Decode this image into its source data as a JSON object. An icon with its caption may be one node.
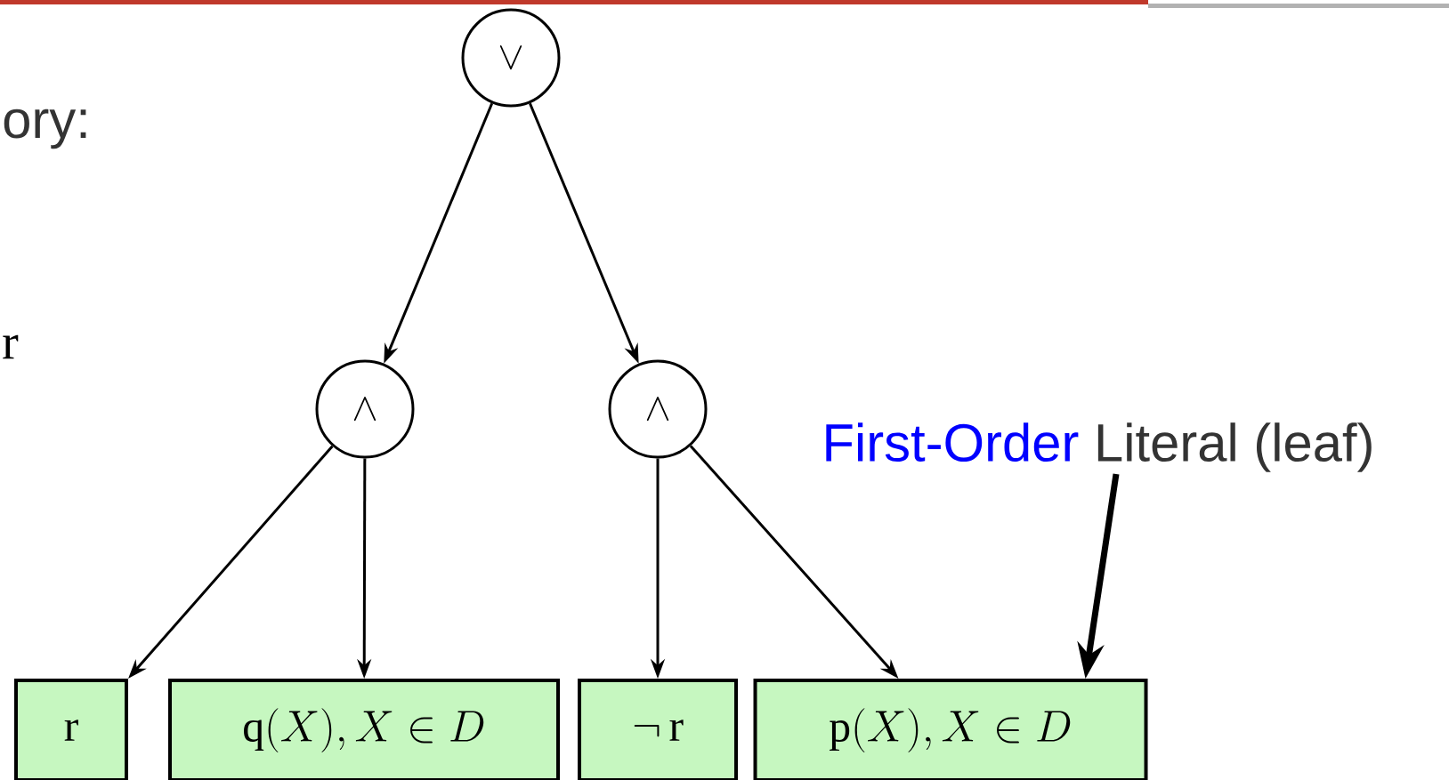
{
  "diagram": {
    "nodes": [
      {
        "text": [
          "\\vee"
        ]
      },
      {
        "text": [
          "\\wedge"
        ]
      },
      {
        "text": [
          "\\wedge"
        ]
      },
      {
        "text": [
          "\\mathrm{r}"
        ]
      },
      {
        "text": [
          "\\mathrm{q}(X), X \\in D"
        ]
      },
      {
        "text": [
          "\\neg\\,\\mathrm{r}"
        ]
      },
      {
        "text": [
          "\\mathrm{p}(X), X \\in D"
        ]
      },
      {
        "text": [
          "First-Order",
          "Literal (leaf)"
        ]
      }
    ],
    "edges": [
      {
        "from": 0,
        "to": 1,
        "arrow": "to"
      },
      {
        "from": 0,
        "to": 2,
        "arrow": "to"
      },
      {
        "from": 1,
        "to": 3,
        "arrow": "to"
      },
      {
        "from": 1,
        "to": 4,
        "arrow": "to"
      },
      {
        "from": 2,
        "to": 5,
        "arrow": "to"
      },
      {
        "from": 2,
        "to": 6,
        "arrow": "to"
      },
      {
        "from": 7,
        "to": 6,
        "arrow": "to",
        "style": "thick"
      }
    ],
    "labels": [
      "ory:",
      "r"
    ]
  }
}
